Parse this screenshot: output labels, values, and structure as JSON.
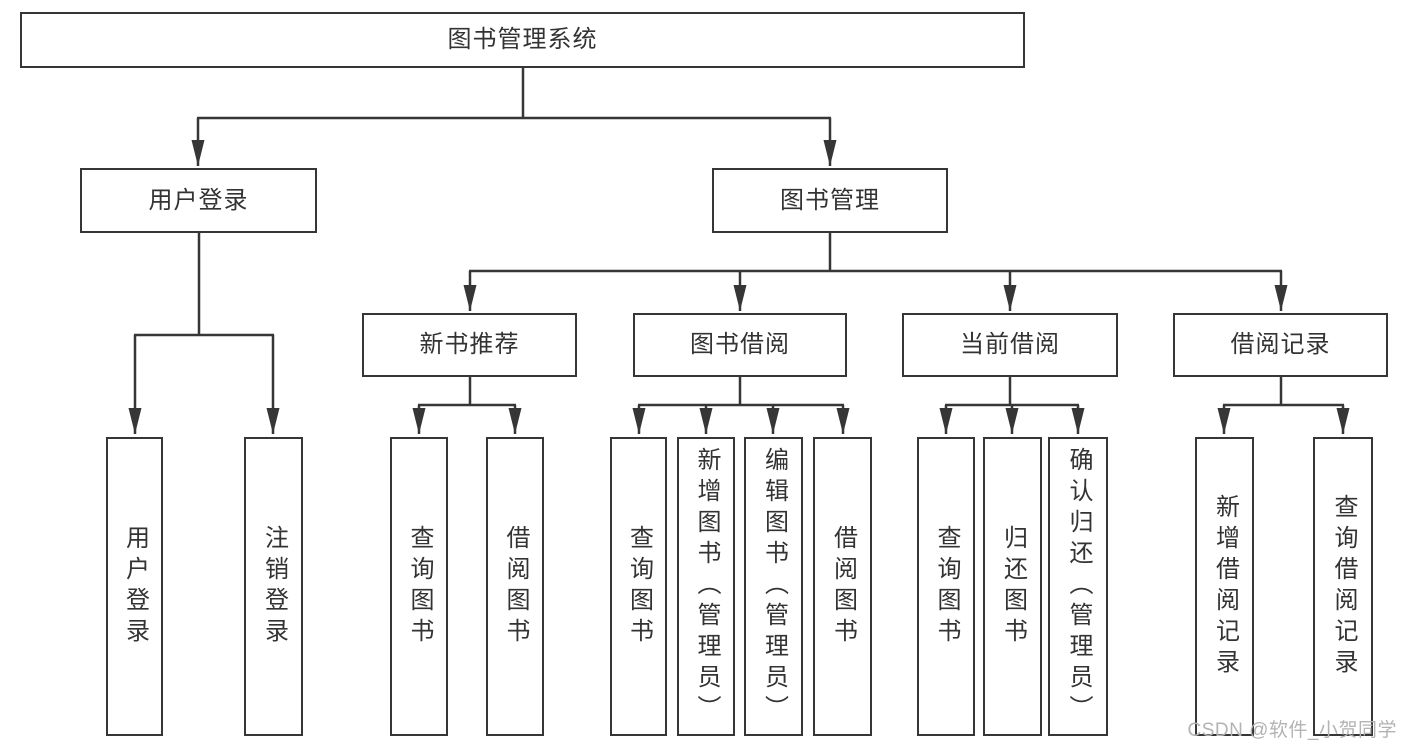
{
  "tree": {
    "root": {
      "label": "图书管理系统"
    },
    "branches": [
      {
        "label": "用户登录",
        "children": [
          {
            "label": "用户登录"
          },
          {
            "label": "注销登录"
          }
        ]
      },
      {
        "label": "图书管理",
        "groups": [
          {
            "label": "新书推荐",
            "children": [
              {
                "label": "查询图书"
              },
              {
                "label": "借阅图书"
              }
            ]
          },
          {
            "label": "图书借阅",
            "children": [
              {
                "label": "查询图书"
              },
              {
                "label": "新增图书（管理员）"
              },
              {
                "label": "编辑图书（管理员）"
              },
              {
                "label": "借阅图书"
              }
            ]
          },
          {
            "label": "当前借阅",
            "children": [
              {
                "label": "查询图书"
              },
              {
                "label": "归还图书"
              },
              {
                "label": "确认归还（管理员）"
              }
            ]
          },
          {
            "label": "借阅记录",
            "children": [
              {
                "label": "新增借阅记录"
              },
              {
                "label": "查询借阅记录"
              }
            ]
          }
        ]
      }
    ]
  },
  "watermark": "CSDN @软件_小贺同学",
  "colors": {
    "line": "#363636",
    "text": "#333333",
    "background": "#ffffff",
    "watermark": "#b3b3b3"
  }
}
